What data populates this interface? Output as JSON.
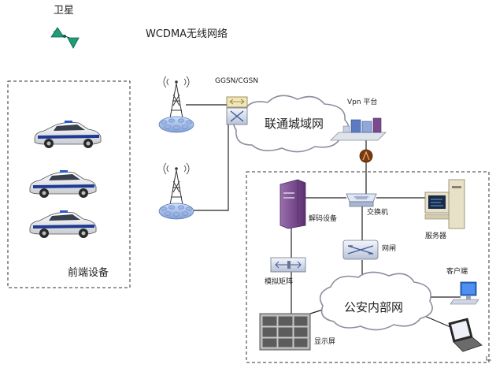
{
  "legend": {
    "satellite_label": "卫星",
    "wcdma_label": "WCDMA无线网络"
  },
  "front_end": {
    "label": "前端设备"
  },
  "network": {
    "ggsn_label": "GGSN/CGSN",
    "vpn_label": "Vpn 平台",
    "unicom_cloud_label": "联通城域网",
    "decoder_label": "解码设备",
    "switch_label": "交换机",
    "server_label": "服务器",
    "gateway_label": "网闸",
    "matrix_label": "模拟矩阵",
    "client_label": "客户端",
    "police_cloud_label": "公安内部网",
    "display_label": "显示屏"
  },
  "colors": {
    "line": "#222222",
    "cloud_fill": "#ffffff",
    "tower_disc": "#9cb7e6",
    "car_stripe": "#1f3a93",
    "decoder": "#7a4a8c",
    "firewall": "#7a3b10"
  }
}
